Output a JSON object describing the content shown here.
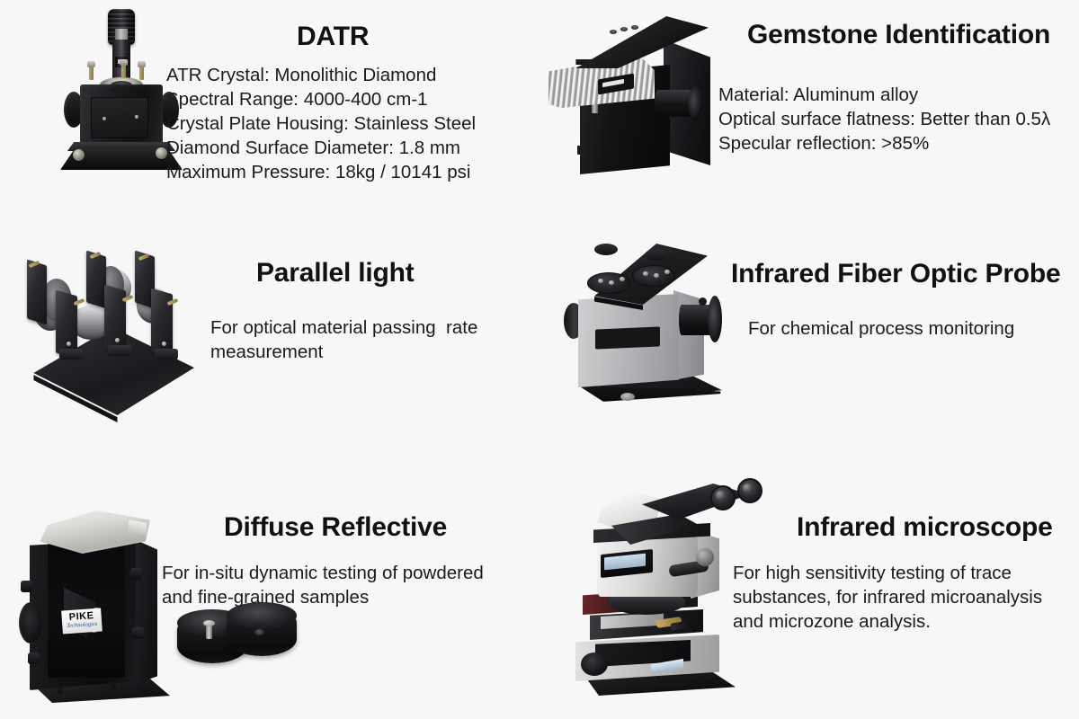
{
  "page": {
    "background_color": "#f7f7f7",
    "text_color": "#1b1b1b",
    "title_color": "#111111"
  },
  "products": [
    {
      "id": "datr",
      "title": "DATR",
      "image_name": "datr-accessory-photo",
      "specs": [
        "ATR Crystal: Monolithic Diamond",
        "Spectral Range: 4000-400 cm-1",
        "Crystal Plate Housing: Stainless Steel",
        "Diamond Surface Diameter: 1.8 mm",
        "Maximum Pressure: 18kg / 10141 psi"
      ],
      "description": "ATR Crystal: Monolithic Diamond\nSpectral Range: 4000-400 cm-1\nCrystal Plate Housing: Stainless Steel\nDiamond Surface Diameter: 1.8 mm\nMaximum Pressure: 18kg / 10141 psi"
    },
    {
      "id": "gemstone",
      "title": "Gemstone Identification",
      "image_name": "gemstone-identification-module-photo",
      "specs": [
        "Material: Aluminum alloy",
        "Optical surface flatness: Better than 0.5λ",
        "Specular reflection: >85%"
      ],
      "description": "Material: Aluminum alloy\nOptical surface flatness: Better than 0.5λ\nSpecular reflection: >85%"
    },
    {
      "id": "parallel-light",
      "title": "Parallel light",
      "image_name": "parallel-light-optical-bench-render",
      "specs": [
        "For optical material passing  rate",
        "measurement"
      ],
      "description": "For optical material passing  rate\nmeasurement"
    },
    {
      "id": "fiber-probe",
      "title": "Infrared Fiber Optic Probe",
      "image_name": "infrared-fiber-optic-probe-photo",
      "specs": [
        "For chemical process monitoring"
      ],
      "description": "For chemical process monitoring"
    },
    {
      "id": "diffuse-reflective",
      "title": "Diffuse Reflective",
      "image_name": "diffuse-reflective-accessory-photo",
      "specs": [
        "For in-situ dynamic testing of powdered",
        "and fine-grained samples"
      ],
      "description": "For in-situ dynamic testing of powdered\nand fine-grained samples",
      "logo": {
        "brand": "PIKE",
        "tagline": "Technologies",
        "tagline_color": "#1c4f9c"
      }
    },
    {
      "id": "infrared-microscope",
      "title": "Infrared microscope",
      "image_name": "infrared-microscope-photo",
      "specs": [
        "For high sensitivity testing of trace",
        "substances, for infrared microanalysis",
        "and microzone analysis."
      ],
      "description": "For high sensitivity testing of trace\nsubstances, for infrared microanalysis\nand microzone analysis."
    }
  ]
}
